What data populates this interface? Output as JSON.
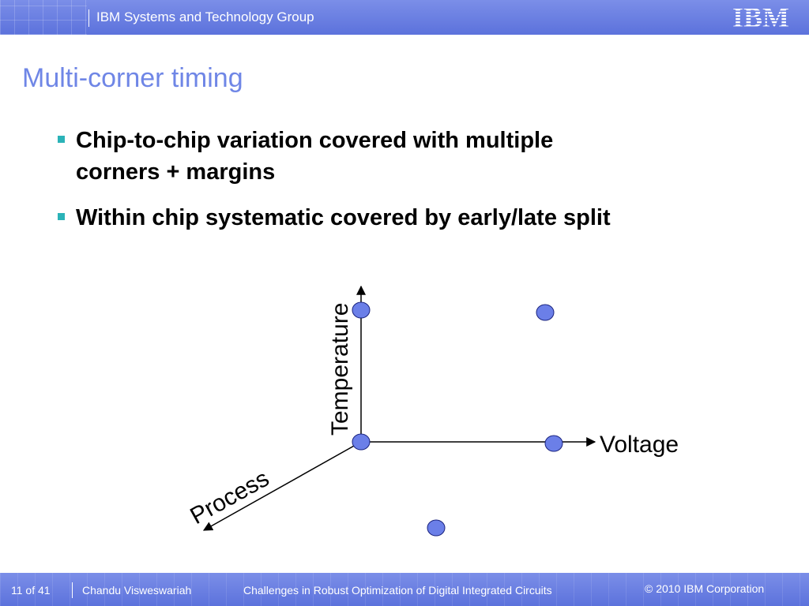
{
  "header": {
    "group_name": "IBM Systems and Technology Group",
    "logo_text": "IBM"
  },
  "slide": {
    "title": "Multi-corner timing",
    "bullets": [
      {
        "line1": "Chip-to-chip variation covered with multiple",
        "line2": "corners + margins"
      },
      {
        "line1": "Within chip systematic covered by early/late split"
      }
    ]
  },
  "diagram": {
    "axes": {
      "temperature": "Temperature",
      "voltage": "Voltage",
      "process": "Process"
    }
  },
  "footer": {
    "page": "11 of 41",
    "author": "Chandu Visweswariah",
    "talk_title": "Challenges in Robust Optimization of Digital Integrated Circuits",
    "copyright": "© 2010 IBM Corporation"
  },
  "colors": {
    "header_blue": "#6a80e2",
    "title_blue": "#6f86e6",
    "bullet_teal": "#2bb3b8",
    "corner_fill": "#6b7fe8"
  }
}
